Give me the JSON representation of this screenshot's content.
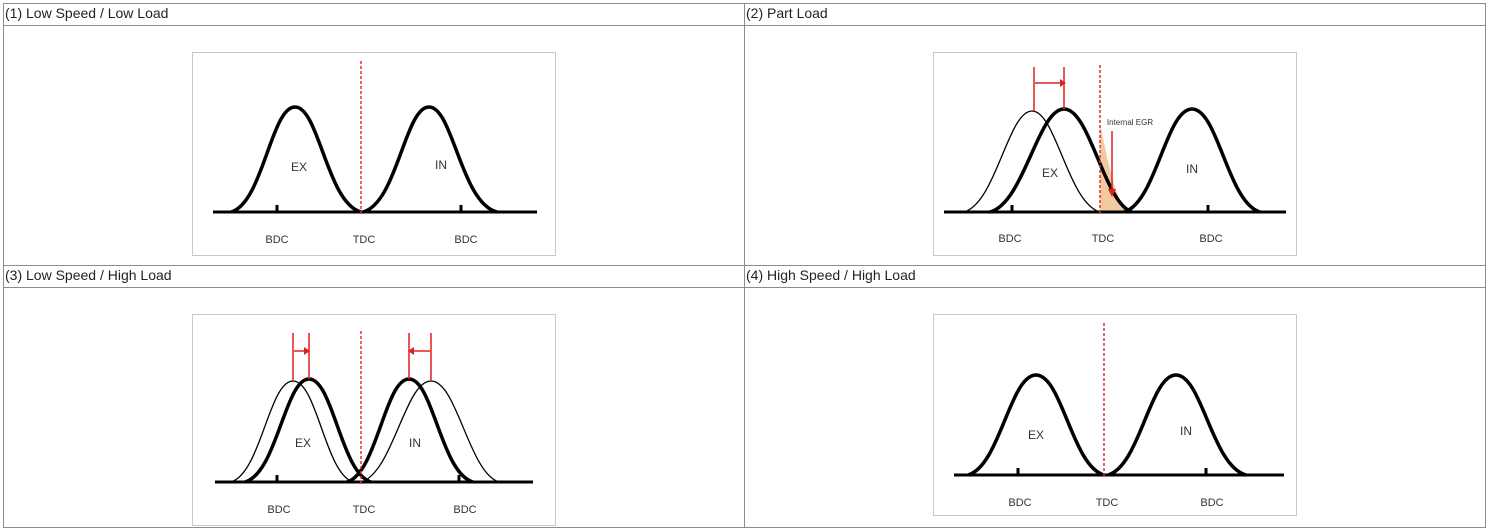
{
  "colors": {
    "curve": "#000000",
    "tdc_line": "#e03030",
    "egr_fill": "#f3c9a0",
    "arrow": "#e02020"
  },
  "panels": [
    {
      "title": "(1) Low Speed / Low Load",
      "labels": {
        "ex": "EX",
        "in": "IN",
        "bdc_left": "BDC",
        "tdc": "TDC",
        "bdc_right": "BDC"
      }
    },
    {
      "title": "(2) Part Load",
      "labels": {
        "ex": "EX",
        "in": "IN",
        "bdc_left": "BDC",
        "tdc": "TDC",
        "bdc_right": "BDC",
        "annotation": "Internal EGR"
      }
    },
    {
      "title": "(3) Low Speed / High Load",
      "labels": {
        "ex": "EX",
        "in": "IN",
        "bdc_left": "BDC",
        "tdc": "TDC",
        "bdc_right": "BDC"
      }
    },
    {
      "title": "(4) High Speed / High Load",
      "labels": {
        "ex": "EX",
        "in": "IN",
        "bdc_left": "BDC",
        "tdc": "TDC",
        "bdc_right": "BDC"
      }
    }
  ]
}
